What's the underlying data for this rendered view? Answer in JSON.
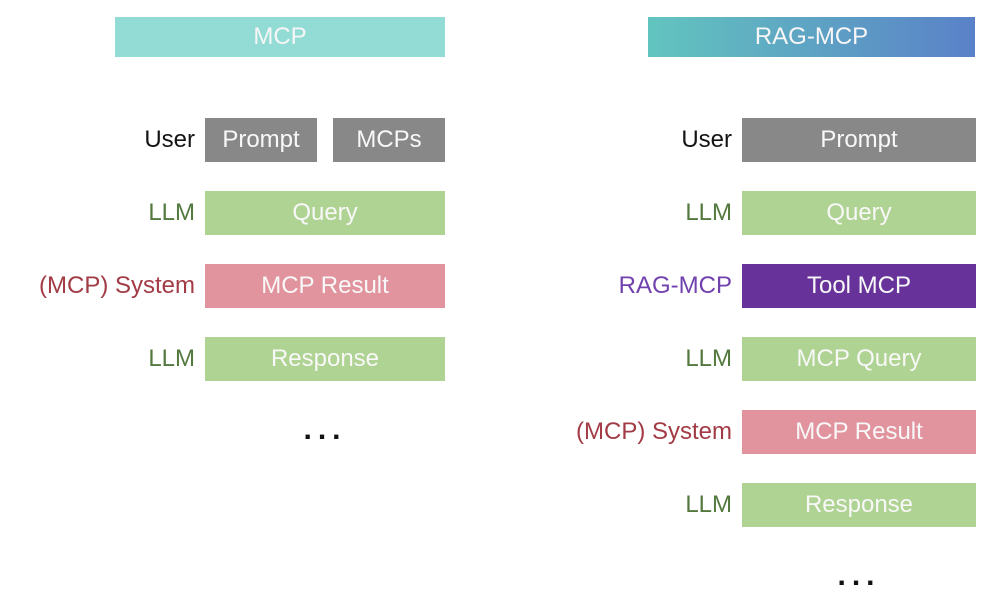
{
  "colors": {
    "mcp_header": "#93dcd5",
    "ragmcp_gradient_start": "#62c5bf",
    "ragmcp_gradient_end": "#5a81c8",
    "gray_box": "#888888",
    "green_box": "#afd392",
    "pink_box": "#e1949e",
    "purple_box": "#67339a",
    "label_user": "#141414",
    "label_llm": "#53793f",
    "label_mcp_system": "#a23b45",
    "label_ragmcp": "#7141ae"
  },
  "left": {
    "title": "MCP",
    "rows": [
      {
        "label": "User",
        "boxes": [
          "Prompt",
          "MCPs"
        ]
      },
      {
        "label": "LLM",
        "boxes": [
          "Query"
        ]
      },
      {
        "label": "(MCP) System",
        "boxes": [
          "MCP Result"
        ]
      },
      {
        "label": "LLM",
        "boxes": [
          "Response"
        ]
      }
    ],
    "ellipsis": "..."
  },
  "right": {
    "title": "RAG-MCP",
    "rows": [
      {
        "label": "User",
        "boxes": [
          "Prompt"
        ]
      },
      {
        "label": "LLM",
        "boxes": [
          "Query"
        ]
      },
      {
        "label": "RAG-MCP",
        "boxes": [
          "Tool MCP"
        ]
      },
      {
        "label": "LLM",
        "boxes": [
          "MCP Query"
        ]
      },
      {
        "label": "(MCP) System",
        "boxes": [
          "MCP Result"
        ]
      },
      {
        "label": "LLM",
        "boxes": [
          "Response"
        ]
      }
    ],
    "ellipsis": "..."
  }
}
